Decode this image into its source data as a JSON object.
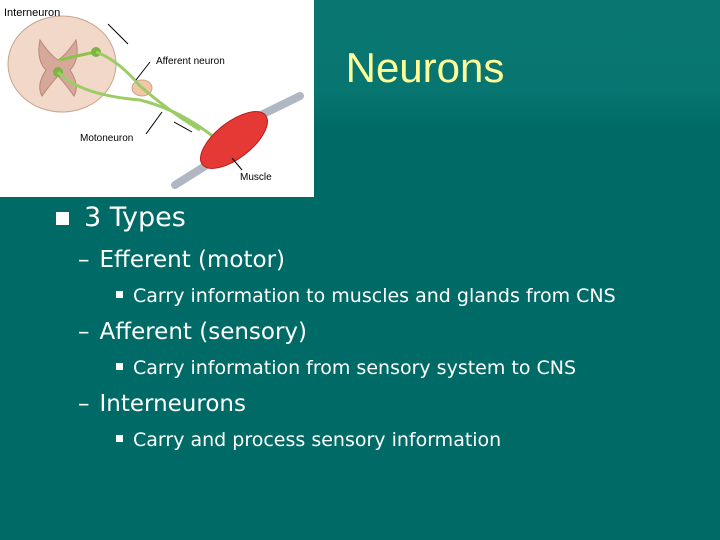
{
  "slide": {
    "title": "Neurons",
    "diagram": {
      "labels": {
        "interneuron": "Interneuron",
        "afferent": "Afferent neuron",
        "motoneuron": "Motoneuron",
        "muscle": "Muscle"
      }
    },
    "bullets": {
      "main": "3 Types",
      "efferent": "Efferent (motor)",
      "efferent_desc": "Carry information to muscles and glands from CNS",
      "afferent": "Afferent (sensory)",
      "afferent_desc": "Carry information from sensory system to CNS",
      "inter": "Interneurons",
      "inter_desc": "Carry and process sensory information"
    }
  },
  "colors": {
    "background": "#006b66",
    "title": "#ffff99",
    "text": "#ffffff"
  }
}
